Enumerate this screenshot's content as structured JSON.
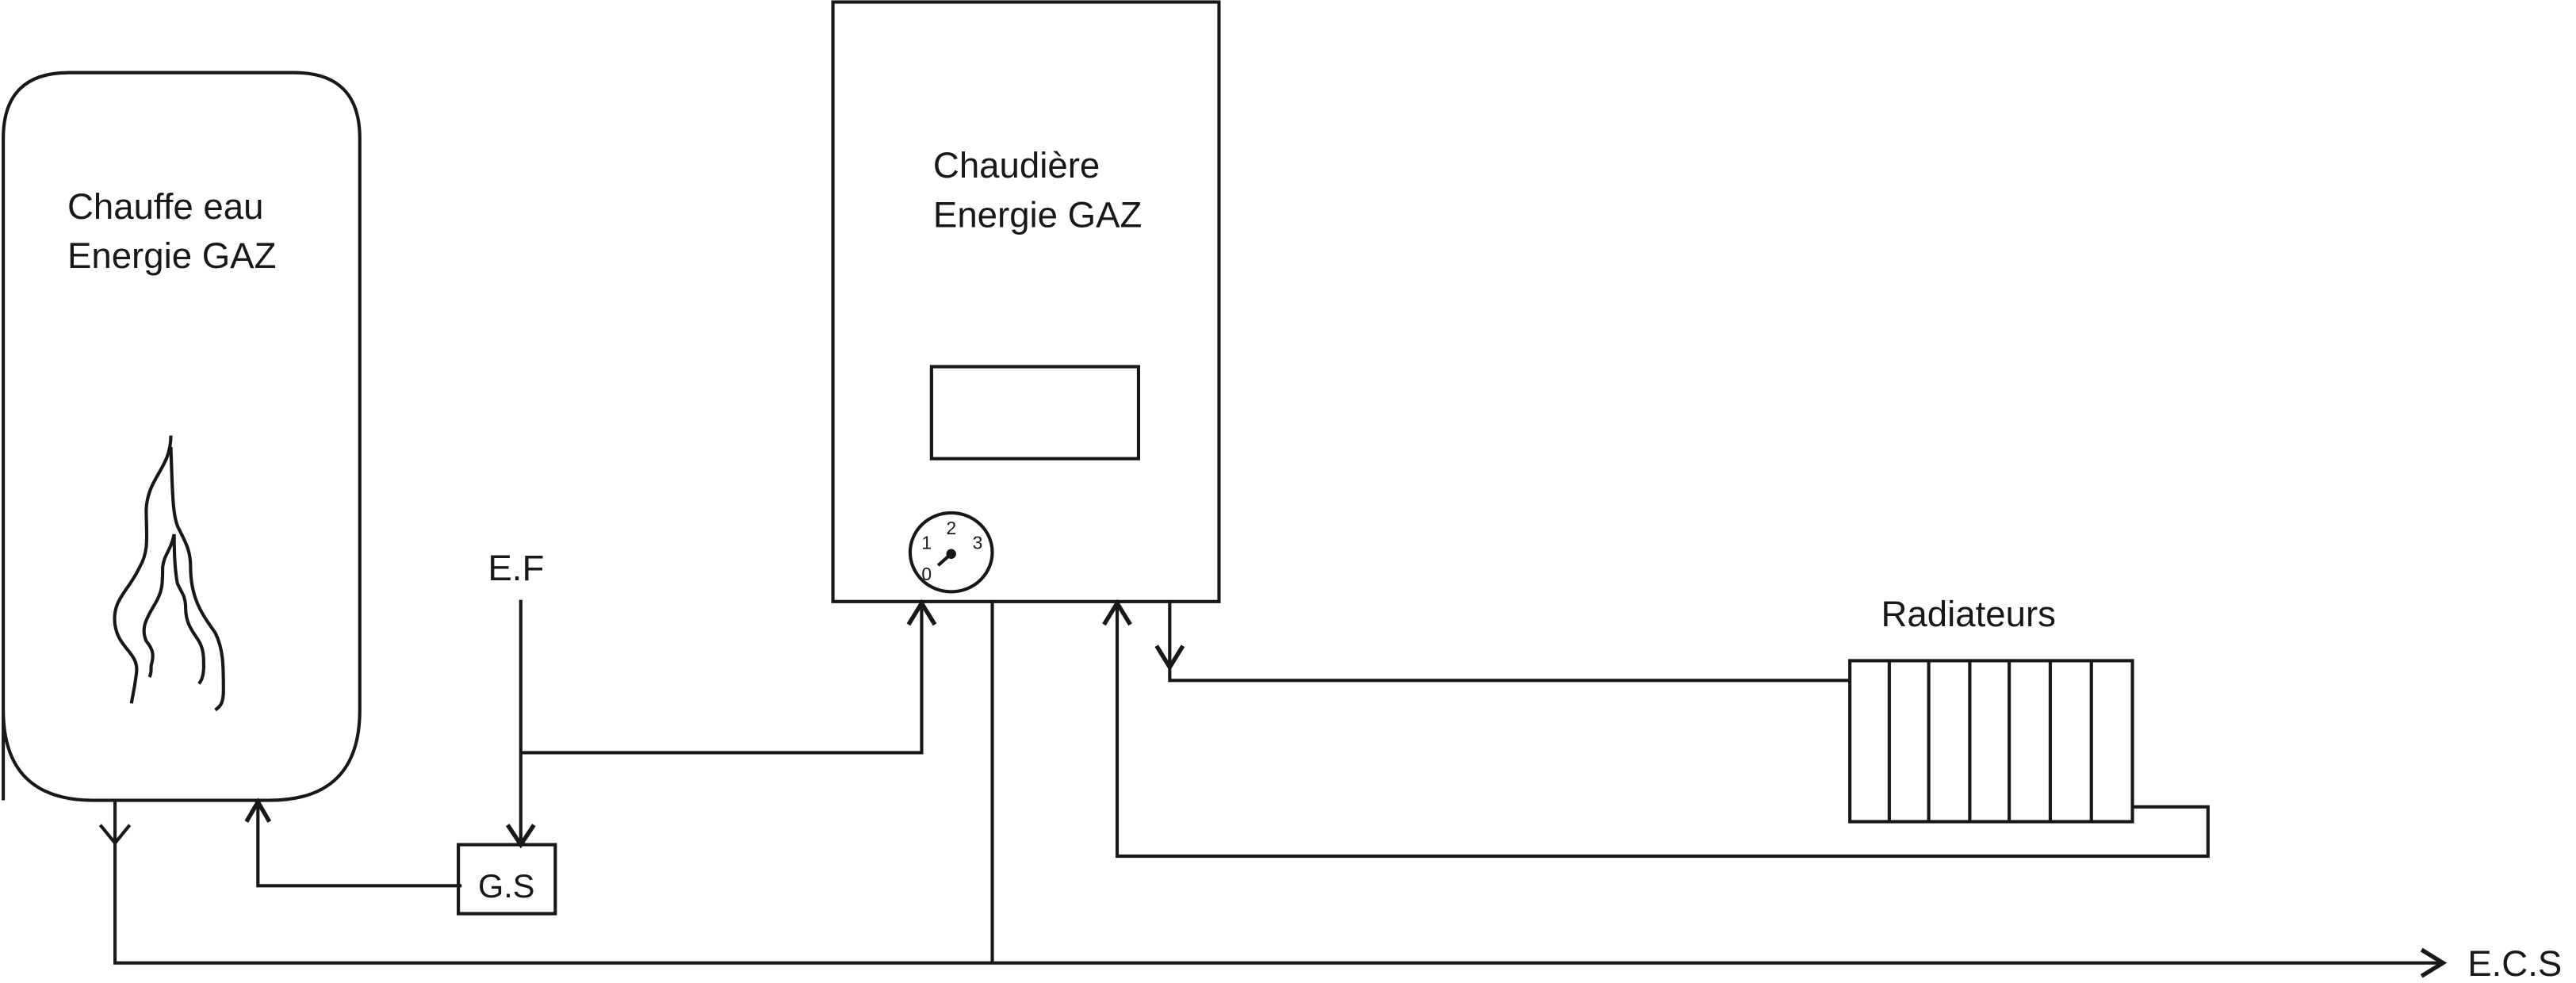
{
  "water_heater": {
    "line1": "Chauffe eau",
    "line2": "Energie GAZ"
  },
  "boiler": {
    "line1": "Chaudière",
    "line2": "Energie GAZ",
    "gauge_labels": [
      "0",
      "1",
      "2",
      "3"
    ]
  },
  "labels": {
    "cold_water": "E.F",
    "safety_group": "G.S",
    "radiators": "Radiateurs",
    "hot_water": "E.C.S"
  },
  "colors": {
    "stroke": "#1a1718",
    "background": "#ffffff"
  }
}
